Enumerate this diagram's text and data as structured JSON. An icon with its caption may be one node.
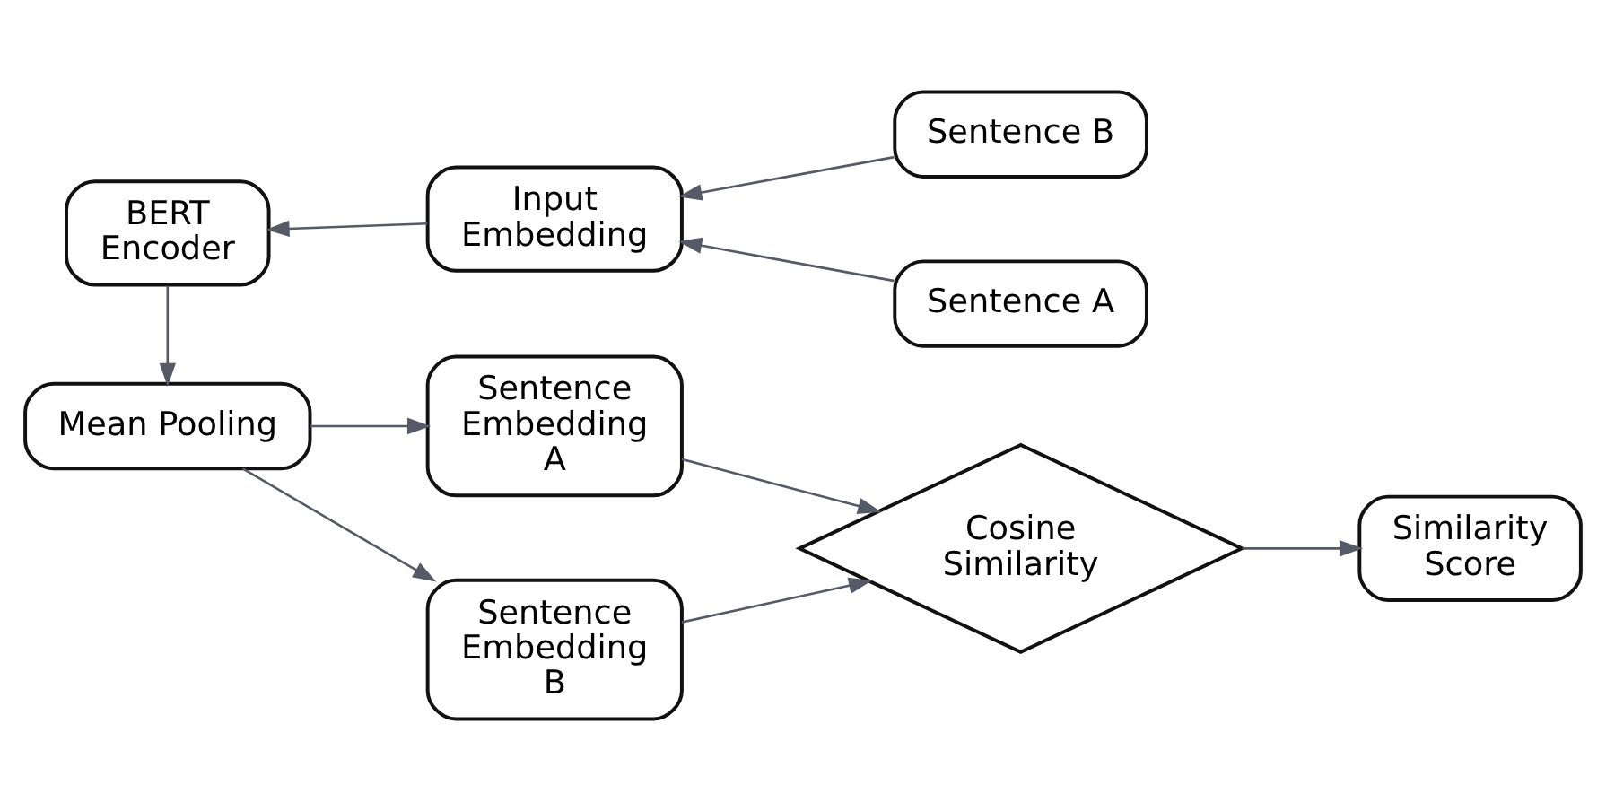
{
  "diagram": {
    "nodes": [
      {
        "text": [
          "Similarity Score"
        ]
      },
      {
        "text": [
          "Cosine Similarity"
        ]
      },
      {
        "text": [
          "Sentence Embedding A"
        ]
      },
      {
        "text": [
          "Sentence Embedding B"
        ]
      },
      {
        "text": [
          "Mean Pooling"
        ]
      },
      {
        "text": [
          "Sentence A"
        ]
      },
      {
        "text": [
          "Sentence B"
        ]
      },
      {
        "text": [
          "Input Embedding"
        ]
      },
      {
        "text": [
          "BERT Encoder"
        ]
      }
    ],
    "edges": [
      {
        "from": 5,
        "to": 7,
        "arrow": "to"
      },
      {
        "from": 6,
        "to": 7,
        "arrow": "to"
      },
      {
        "from": 7,
        "to": 8,
        "arrow": "to"
      },
      {
        "from": 8,
        "to": 4,
        "arrow": "to"
      },
      {
        "from": 4,
        "to": 2,
        "arrow": "to"
      },
      {
        "from": 4,
        "to": 3,
        "arrow": "to"
      },
      {
        "from": 2,
        "to": 1,
        "arrow": "to"
      },
      {
        "from": 3,
        "to": 1,
        "arrow": "to"
      },
      {
        "from": 1,
        "to": 0,
        "arrow": "to"
      }
    ]
  }
}
